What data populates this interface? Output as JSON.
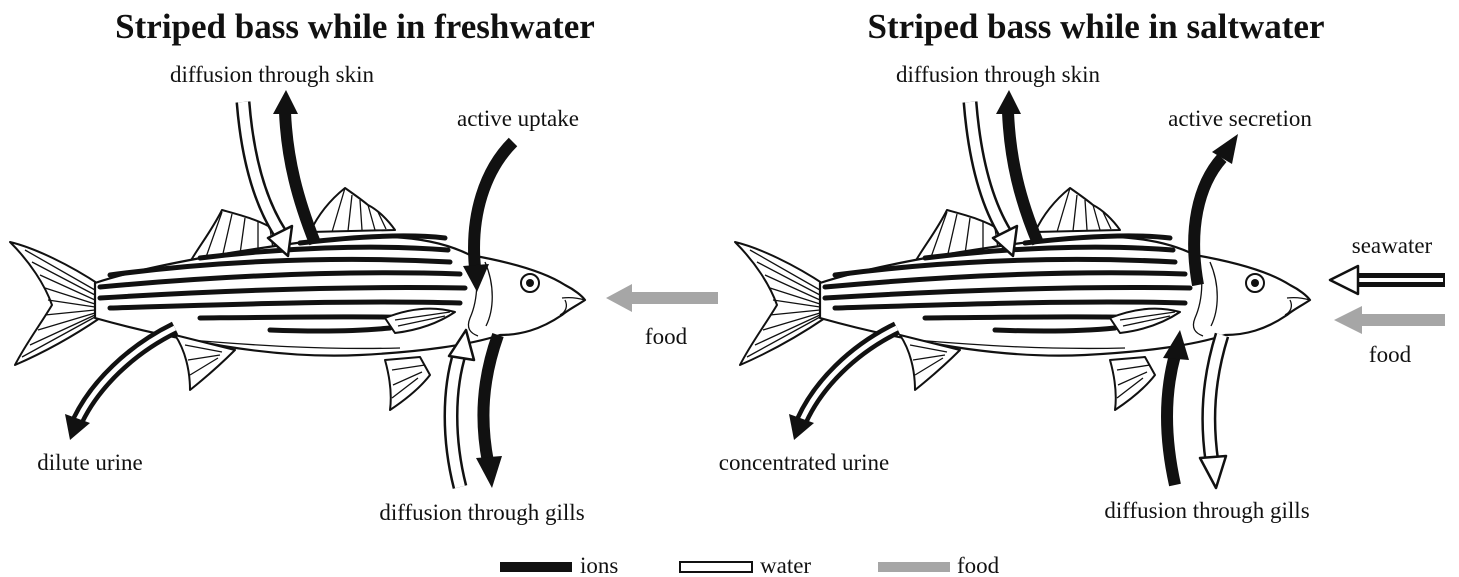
{
  "panels": {
    "left": {
      "title": "Striped bass while in freshwater",
      "labels": {
        "skin": "diffusion through skin",
        "uptake": "active uptake",
        "food": "food",
        "urine": "dilute urine",
        "gills": "diffusion through gills"
      }
    },
    "right": {
      "title": "Striped bass while in saltwater",
      "labels": {
        "skin": "diffusion through skin",
        "secretion": "active secretion",
        "seawater": "seawater",
        "food": "food",
        "urine": "concentrated urine",
        "gills": "diffusion through gills"
      }
    }
  },
  "legend": {
    "ions": "ions",
    "water": "water",
    "food": "food"
  },
  "colors": {
    "ions": "#111111",
    "water": "#ffffff",
    "food": "#a6a6a6"
  }
}
